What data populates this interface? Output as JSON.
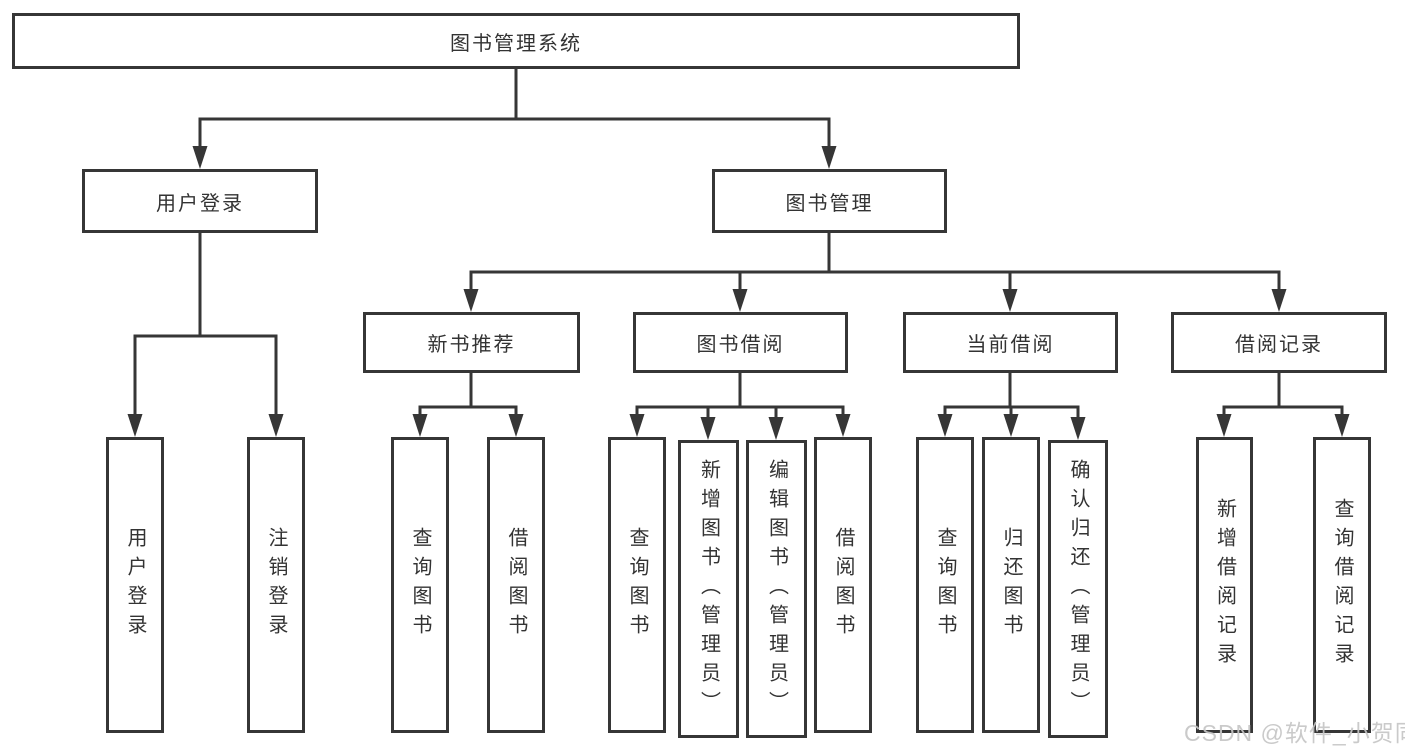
{
  "diagram": {
    "root": {
      "label": "图书管理系统"
    },
    "branches": [
      {
        "label": "用户登录",
        "children": [
          {
            "label": "用户登录"
          },
          {
            "label": "注销登录"
          }
        ]
      },
      {
        "label": "图书管理",
        "children": [
          {
            "label": "新书推荐",
            "children": [
              {
                "label": "查询图书"
              },
              {
                "label": "借阅图书"
              }
            ]
          },
          {
            "label": "图书借阅",
            "children": [
              {
                "label": "查询图书"
              },
              {
                "label": "新增图书（管理员）"
              },
              {
                "label": "编辑图书（管理员）"
              },
              {
                "label": "借阅图书"
              }
            ]
          },
          {
            "label": "当前借阅",
            "children": [
              {
                "label": "查询图书"
              },
              {
                "label": "归还图书"
              },
              {
                "label": "确认归还（管理员）"
              }
            ]
          },
          {
            "label": "借阅记录",
            "children": [
              {
                "label": "新增借阅记录"
              },
              {
                "label": "查询借阅记录"
              }
            ]
          }
        ]
      }
    ],
    "colors": {
      "line": "#363636",
      "text": "#333333",
      "background": "#ffffff",
      "watermark": "#c5c5c5"
    },
    "watermark": "CSDN @软件_小贺同学"
  }
}
